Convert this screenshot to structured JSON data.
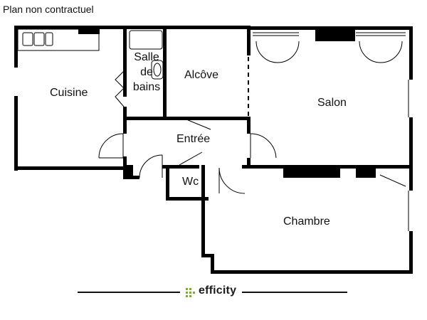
{
  "header": {
    "disclaimer": "Plan non contractuel"
  },
  "rooms": {
    "cuisine": "Cuisine",
    "salle_de_bains": [
      "Salle",
      "de",
      "bains"
    ],
    "alcove": "Alcôve",
    "salon": "Salon",
    "entree": "Entrée",
    "wc": "Wc",
    "chambre": "Chambre"
  },
  "brand": {
    "name": "efficity",
    "logo_color": "#7bb026"
  }
}
